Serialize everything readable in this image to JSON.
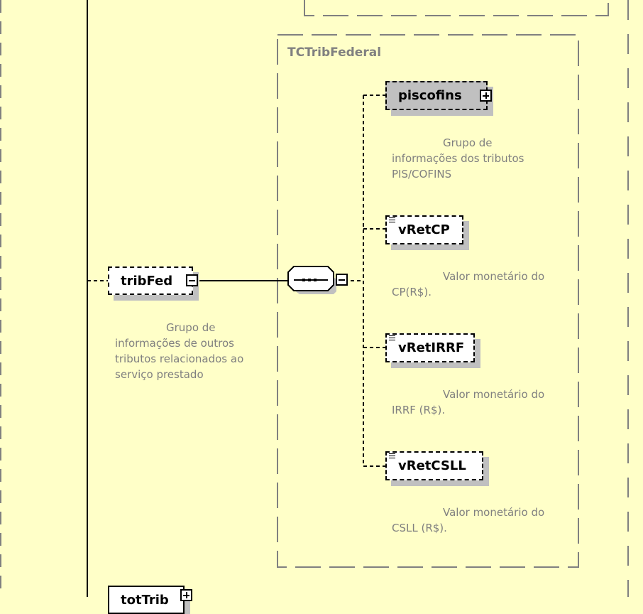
{
  "diagram": {
    "type_box": {
      "label": "TCTribFederal"
    },
    "parent_element": {
      "name": "tribFed",
      "toggle": "collapse",
      "documentation": "Grupo de\ninformações de outros\ntributos relacionados ao\nserviço prestado"
    },
    "compositor": {
      "kind": "sequence",
      "toggle": "collapse"
    },
    "children": [
      {
        "name": "piscofins",
        "kind": "complex",
        "toggle": "expand",
        "optional": true,
        "documentation": "Grupo de\ninformações dos tributos\nPIS/COFINS"
      },
      {
        "name": "vRetCP",
        "kind": "simple",
        "optional": true,
        "documentation": "Valor monetário do\nCP(R$)."
      },
      {
        "name": "vRetIRRF",
        "kind": "simple",
        "optional": true,
        "documentation": "Valor monetário do\nIRRF (R$)."
      },
      {
        "name": "vRetCSLL",
        "kind": "simple",
        "optional": true,
        "documentation": "Valor monetário do\nCSLL (R$)."
      }
    ],
    "next_element": {
      "name": "totTrib",
      "toggle": "expand"
    },
    "colors": {
      "background": "#ffffc8",
      "border_gray": "#808080",
      "shadow": "#c0c0c0",
      "text_doc": "#808080"
    }
  }
}
